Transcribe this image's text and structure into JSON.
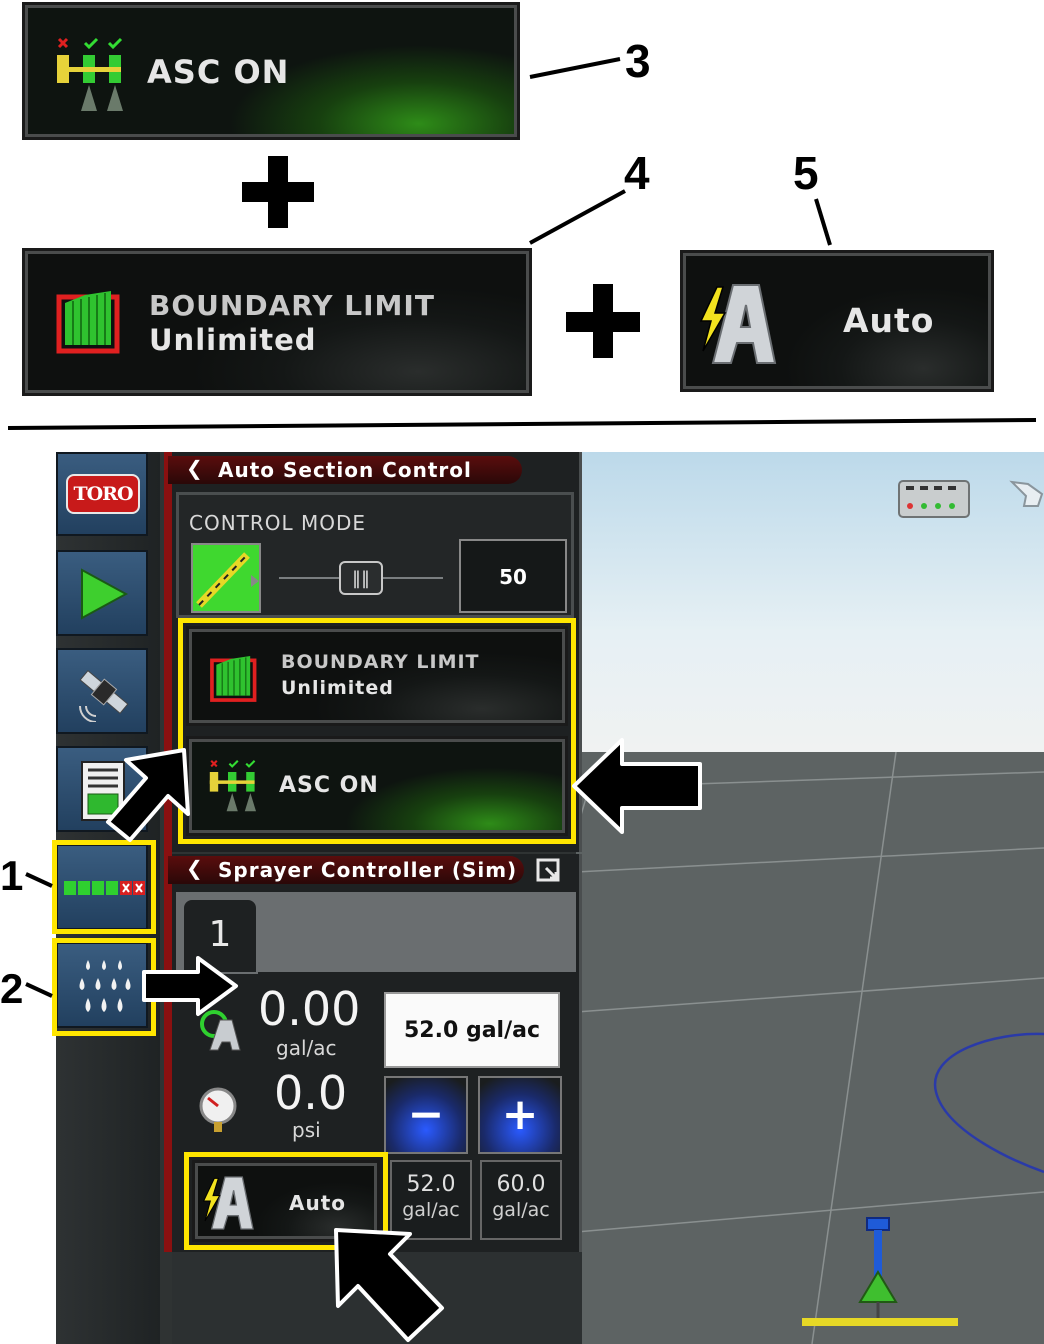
{
  "callouts": {
    "c1": "1",
    "c2": "2",
    "c3": "3",
    "c4": "4",
    "c5": "5"
  },
  "top": {
    "asc_label": "ASC ON",
    "boundary_title": "BOUNDARY LIMIT",
    "boundary_value": "Unlimited",
    "auto_label": "Auto"
  },
  "sidebar": {
    "brand": "TORO"
  },
  "asc_panel": {
    "title": "Auto Section Control",
    "control_mode_label": "CONTROL MODE",
    "mode_value": "50",
    "boundary_title": "BOUNDARY LIMIT",
    "boundary_value": "Unlimited",
    "asc_label": "ASC ON"
  },
  "sprayer_panel": {
    "title": "Sprayer Controller (Sim)",
    "tab": "1",
    "rate_value": "0.00",
    "rate_unit": "gal/ac",
    "target_rate": "52.0 gal/ac",
    "pressure_value": "0.0",
    "pressure_unit": "psi",
    "minus_label": "−",
    "plus_label": "+",
    "preset1_value": "52.0",
    "preset1_unit": "gal/ac",
    "preset2_value": "60.0",
    "preset2_unit": "gal/ac",
    "auto_label": "Auto"
  },
  "colors": {
    "highlight": "#ffe600",
    "asc_green": "#2e8c18",
    "header_red": "#5a0d0d",
    "sidebar_blue": "#2f5275"
  }
}
